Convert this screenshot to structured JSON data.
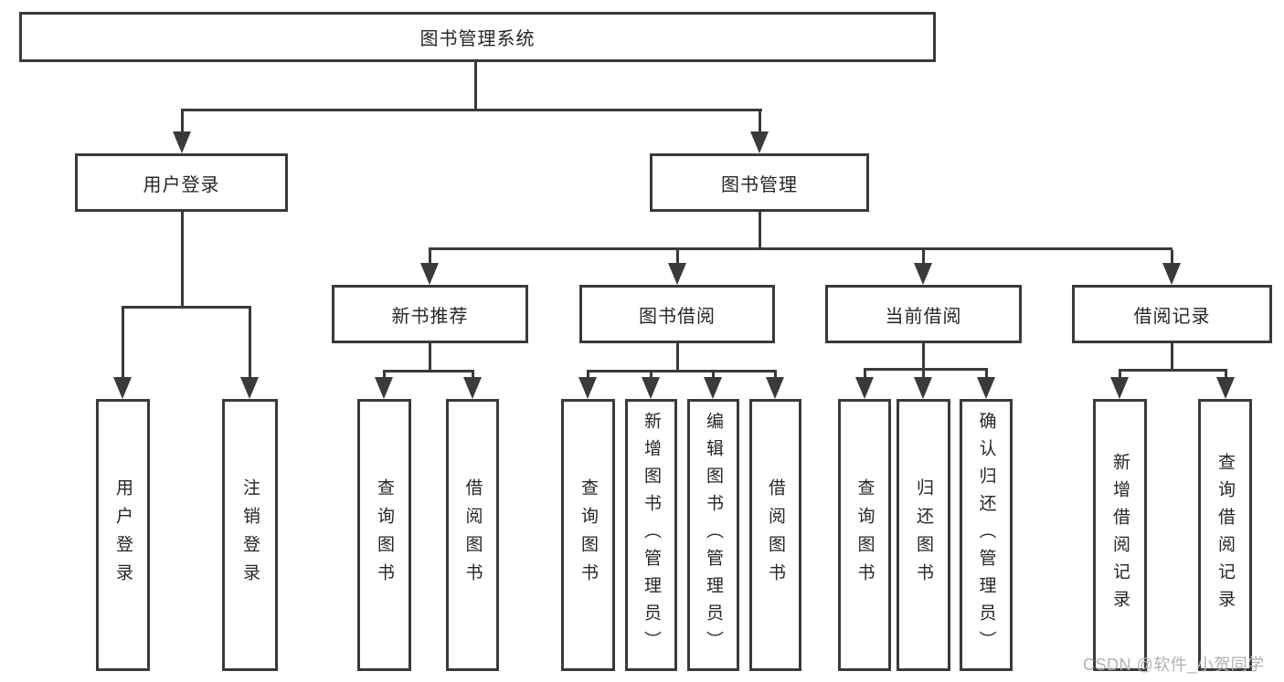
{
  "title": "图书管理系统",
  "colors": {
    "line": "#3a3a3a",
    "box_border": "#3a3a3a",
    "box_fill": "#ffffff",
    "text": "#262626",
    "watermark": "#b1b1b1",
    "background": "#ffffff"
  },
  "tree": {
    "root": "图书管理系统",
    "branches": [
      {
        "label": "用户登录",
        "leaves": [
          "用户登录",
          "注销登录"
        ]
      },
      {
        "label": "图书管理",
        "groups": [
          {
            "label": "新书推荐",
            "leaves": [
              "查询图书",
              "借阅图书"
            ]
          },
          {
            "label": "图书借阅",
            "leaves": [
              "查询图书",
              "新增图书（管理员）",
              "编辑图书（管理员）",
              "借阅图书"
            ]
          },
          {
            "label": "当前借阅",
            "leaves": [
              "查询图书",
              "归还图书",
              "确认归还（管理员）"
            ]
          },
          {
            "label": "借阅记录",
            "leaves": [
              "新增借阅记录",
              "查询借阅记录"
            ]
          }
        ]
      }
    ]
  },
  "watermark": "CSDN @软件_小贺同学"
}
